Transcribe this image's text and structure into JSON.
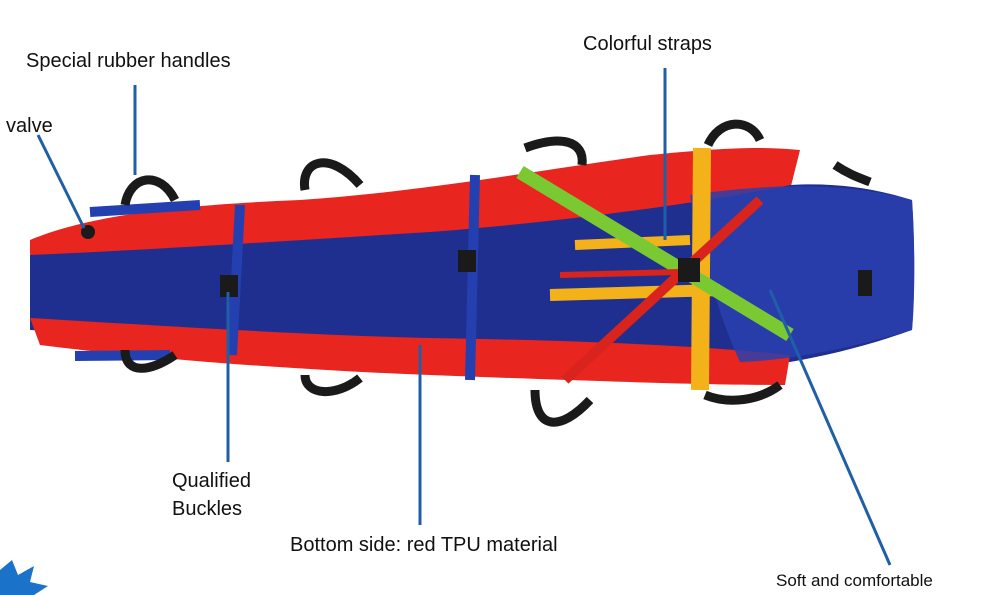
{
  "labels": {
    "rubber_handles": "Special rubber handles",
    "valve": "valve",
    "colorful_straps": "Colorful straps",
    "buckles_line1": "Qualified",
    "buckles_line2": "Buckles",
    "bottom_side": "Bottom side: red TPU material",
    "soft": "Soft and comfortable"
  },
  "colors": {
    "red_tpu": "#e8251f",
    "blue_body": "#1f2f8f",
    "strap_blue": "#2440b0",
    "strap_yellow": "#f3b21a",
    "strap_green": "#7ac832",
    "strap_red": "#d8241c",
    "handle_black": "#1a1a1a",
    "callout_line": "#1f5fa8",
    "starburst": "#1a73c9"
  },
  "icons": [
    "valve-icon",
    "handle-icon",
    "buckle-icon",
    "starburst-icon"
  ]
}
